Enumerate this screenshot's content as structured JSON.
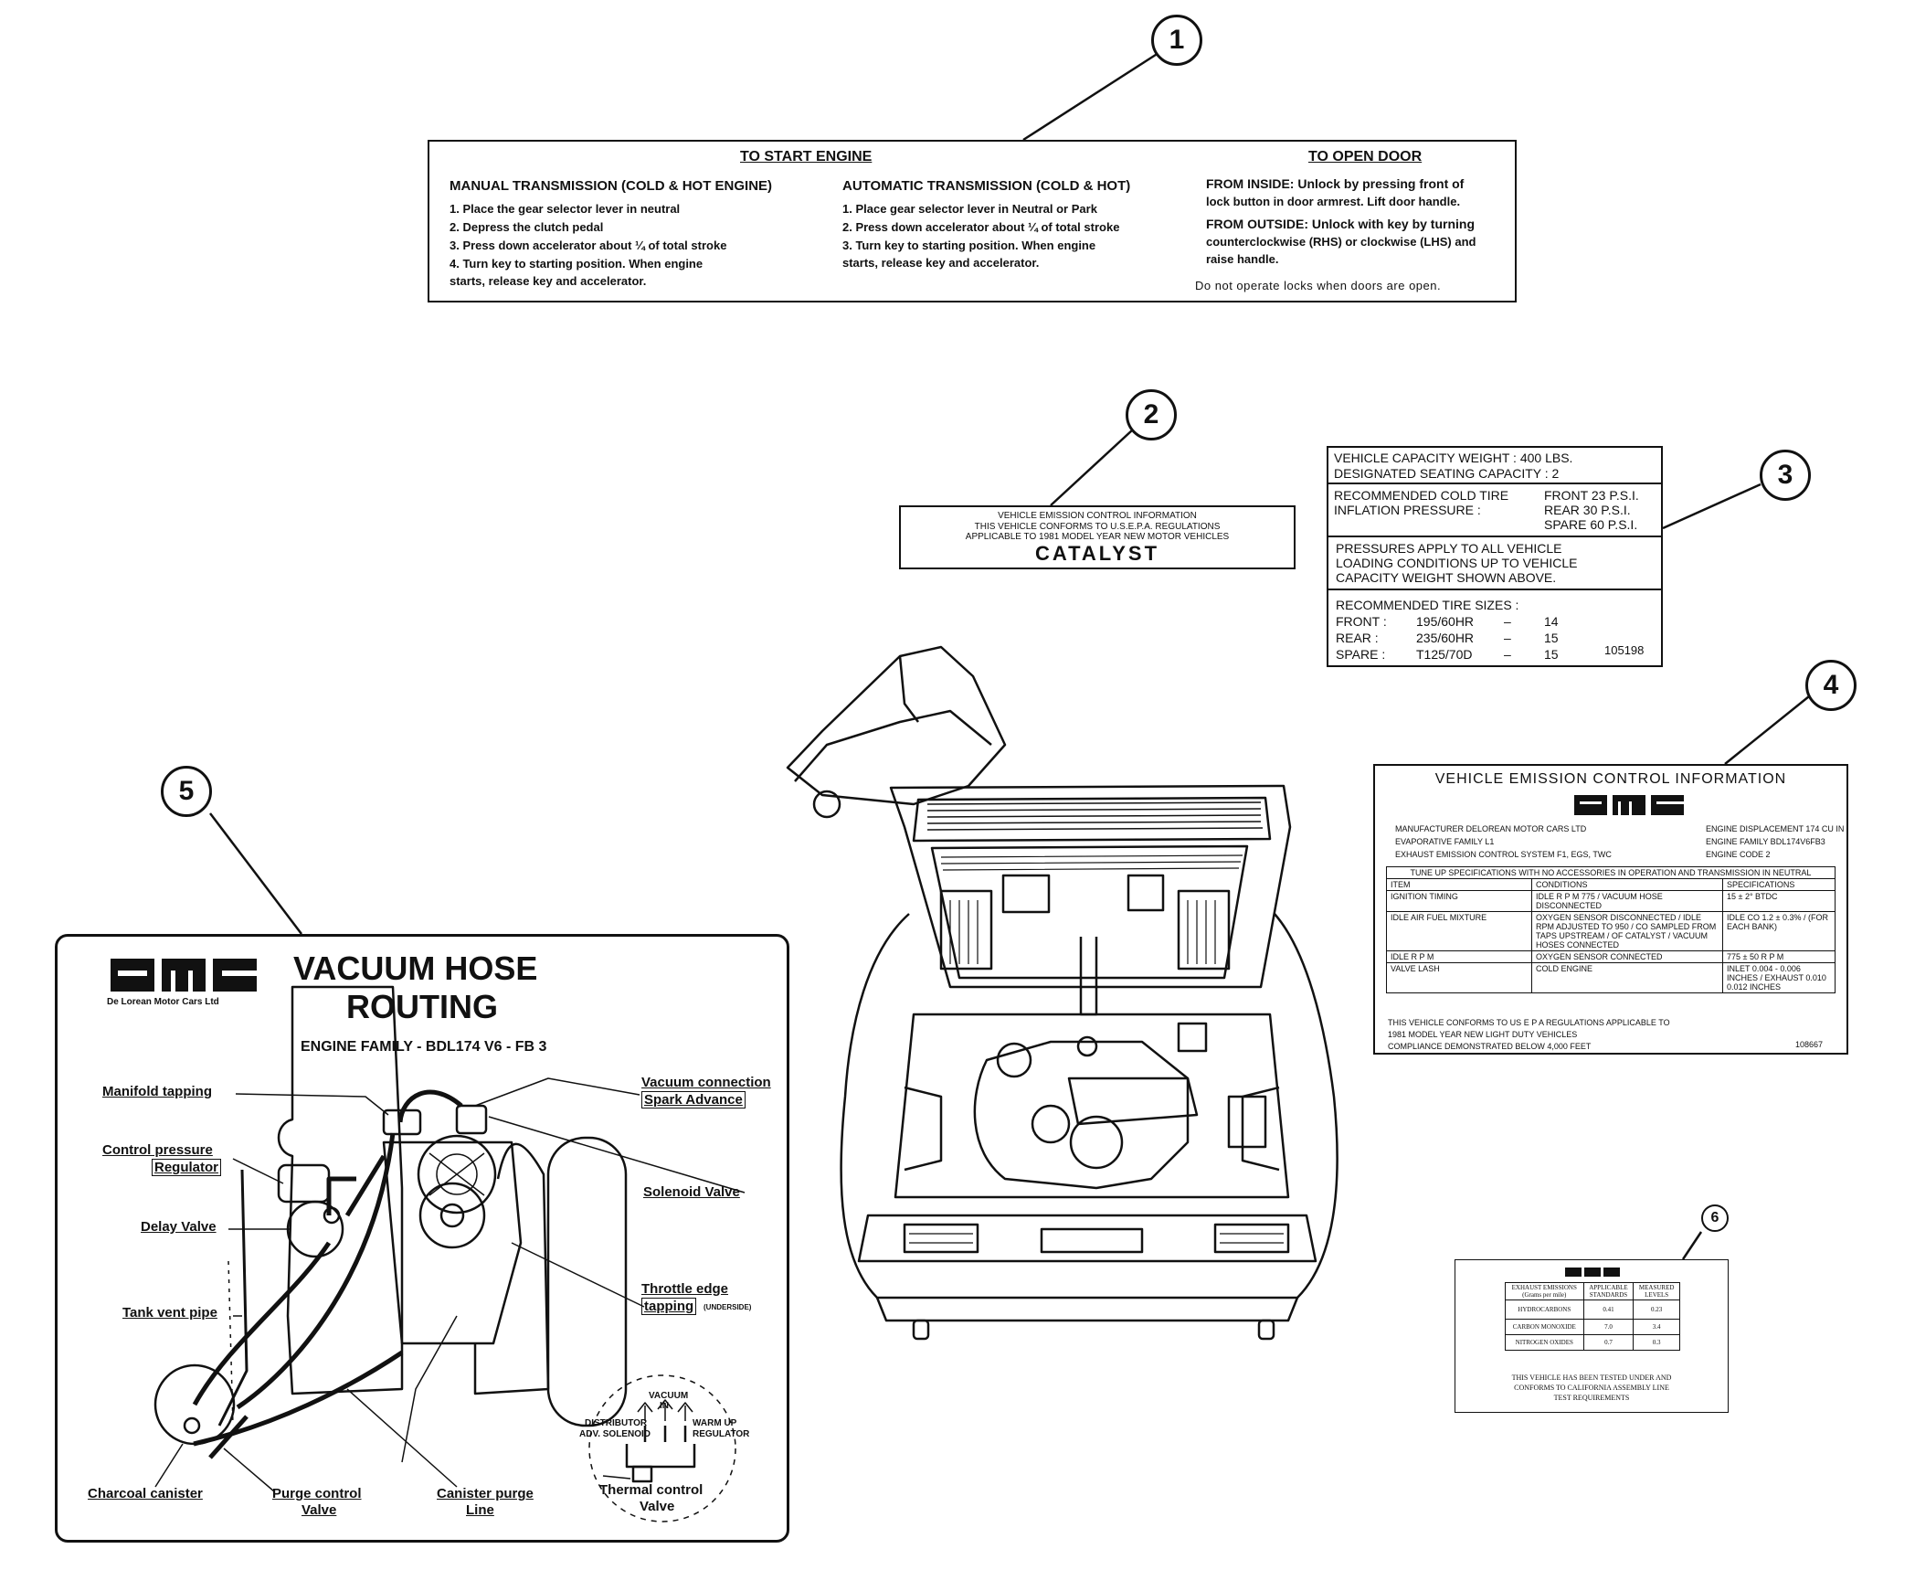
{
  "callouts": [
    "1",
    "2",
    "3",
    "4",
    "5",
    "6"
  ],
  "start_label": {
    "title": "TO START ENGINE",
    "manual": {
      "heading": "MANUAL TRANSMISSION (COLD & HOT ENGINE)",
      "steps": [
        "1.  Place the gear selector lever in neutral",
        "2.  Depress the clutch pedal",
        "3.  Press down accelerator about ¼ of total stroke",
        "4.  Turn key to starting position.  When engine",
        "      starts, release key and accelerator."
      ]
    },
    "automatic": {
      "heading": "AUTOMATIC TRANSMISSION (COLD & HOT)",
      "steps": [
        "1.  Place gear selector lever in Neutral or Park",
        "2.  Press down accelerator about ¼ of total stroke",
        "3.  Turn key to starting position.  When engine",
        "      starts, release key and accelerator."
      ]
    },
    "door": {
      "title": "TO OPEN DOOR",
      "inside": [
        "FROM INSIDE:  Unlock by pressing front of",
        "lock button in door armrest.  Lift door handle."
      ],
      "outside": [
        "FROM OUTSIDE:  Unlock with key by turning",
        "counterclockwise (RHS) or clockwise (LHS) and",
        "raise handle."
      ],
      "warning": "Do not operate locks when doors are open."
    }
  },
  "catalyst_label": {
    "lines": [
      "VEHICLE EMISSION CONTROL INFORMATION",
      "THIS VEHICLE CONFORMS TO U.S.E.P.A. REGULATIONS",
      "APPLICABLE TO 1981 MODEL YEAR NEW MOTOR VEHICLES"
    ],
    "big": "CATALYST"
  },
  "tire_label": {
    "capacity": [
      "VEHICLE CAPACITY WEIGHT :  400 LBS.",
      "DESIGNATED SEATING CAPACITY :  2"
    ],
    "pressure_left": [
      "RECOMMENDED COLD TIRE",
      "INFLATION PRESSURE :"
    ],
    "pressure_right": [
      "FRONT  23 P.S.I.",
      "REAR    30 P.S.I.",
      "SPARE   60 P.S.I."
    ],
    "note": [
      "PRESSURES APPLY TO ALL VEHICLE",
      "LOADING CONDITIONS UP TO VEHICLE",
      "CAPACITY WEIGHT SHOWN ABOVE."
    ],
    "sizes_title": "RECOMMENDED TIRE SIZES :",
    "sizes": [
      {
        "pos": "FRONT :",
        "size": "195/60HR",
        "dash": "–",
        "rim": "14"
      },
      {
        "pos": "REAR :",
        "size": "235/60HR",
        "dash": "–",
        "rim": "15"
      },
      {
        "pos": "SPARE :",
        "size": "T125/70D",
        "dash": "–",
        "rim": "15"
      }
    ],
    "part_no": "105198"
  },
  "emission_label": {
    "title": "VEHICLE  EMISSION  CONTROL  INFORMATION",
    "left_info": [
      "MANUFACTURER   DELOREAN MOTOR CARS LTD",
      "EVAPORATIVE FAMILY  L1",
      "EXHAUST EMISSION CONTROL SYSTEM          F1, EGS, TWC"
    ],
    "right_info": [
      "ENGINE DISPLACEMENT  174 CU IN",
      "ENGINE FAMILY   BDL174V6FB3",
      "ENGINE CODE   2"
    ],
    "tune_header": "TUNE UP SPECIFICATIONS WITH NO ACCESSORIES IN OPERATION AND TRANSMISSION IN NEUTRAL",
    "columns": [
      "ITEM",
      "CONDITIONS",
      "SPECIFICATIONS"
    ],
    "rows": [
      {
        "item": "IGNITION TIMING",
        "cond": "IDLE R P M  775 / VACUUM HOSE DISCONNECTED",
        "spec": "15 ± 2° BTDC"
      },
      {
        "item": "IDLE AIR FUEL MIXTURE",
        "cond": "OXYGEN SENSOR DISCONNECTED / IDLE  RPM  ADJUSTED TO 950 / CO SAMPLED FROM TAPS UPSTREAM / OF CATALYST / VACUUM HOSES CONNECTED",
        "spec": "IDLE CO  1.2 ± 0.3% / (FOR EACH BANK)"
      },
      {
        "item": "IDLE R P M",
        "cond": "OXYGEN SENSOR CONNECTED",
        "spec": "775 ± 50  R P M"
      },
      {
        "item": "VALVE LASH",
        "cond": "COLD ENGINE",
        "spec": "INLET 0.004 - 0.006  INCHES / EXHAUST 0.010  0.012  INCHES"
      }
    ],
    "footer": [
      "THIS VEHICLE CONFORMS TO US  E P A  REGULATIONS APPLICABLE TO",
      "1981 MODEL YEAR NEW LIGHT DUTY VEHICLES",
      "COMPLIANCE DEMONSTRATED BELOW 4,000 FEET"
    ],
    "part_no": "108667"
  },
  "vacuum_label": {
    "brand": "De Lorean  Motor   Cars  Ltd",
    "title1": "VACUUM  HOSE",
    "title2": "ROUTING",
    "family": "ENGINE FAMILY - BDL174 V6 - FB 3",
    "labels": {
      "manifold": "Manifold tapping",
      "control1": "Control pressure",
      "control2": "Regulator",
      "delay": "Delay Valve",
      "tank": "Tank vent pipe",
      "charcoal": "Charcoal canister",
      "purge1": "Purge control",
      "purge2": "Valve",
      "canpurge1": "Canister purge",
      "canpurge2": "Line",
      "thermal1": "Thermal control",
      "thermal2": "Valve",
      "vacconn": "Vacuum connection",
      "spark": "Spark Advance",
      "solenoid": "Solenoid Valve",
      "throttle1": "Throttle edge",
      "throttle2": "tapping",
      "underside": "(UNDERSIDE)",
      "vacuum": "VACUUM",
      "in": "IN",
      "distributor": "DISTRIBUTOR",
      "advsol": "ADV. SOLENOID",
      "warmup": "WARM UP",
      "regulator": "REGULATOR"
    }
  },
  "small_label": {
    "columns": [
      "EXHAUST EMISSIONS",
      "APPLICABLE",
      "MEASURED"
    ],
    "columns2": [
      "(Grams per mile)",
      "STANDARDS",
      "LEVELS"
    ],
    "rows": [
      {
        "name": "HYDROCARBONS",
        "std": "0.41",
        "meas": "0.23"
      },
      {
        "name": "CARBON MONOXIDE",
        "std": "7.0",
        "meas": "3.4"
      },
      {
        "name": "NITROGEN OXIDES",
        "std": "0.7",
        "meas": "0.3"
      }
    ],
    "footer": [
      "THIS VEHICLE HAS BEEN TESTED UNDER AND",
      "CONFORMS TO CALIFORNIA ASSEMBLY LINE",
      "TEST REQUIREMENTS"
    ]
  }
}
